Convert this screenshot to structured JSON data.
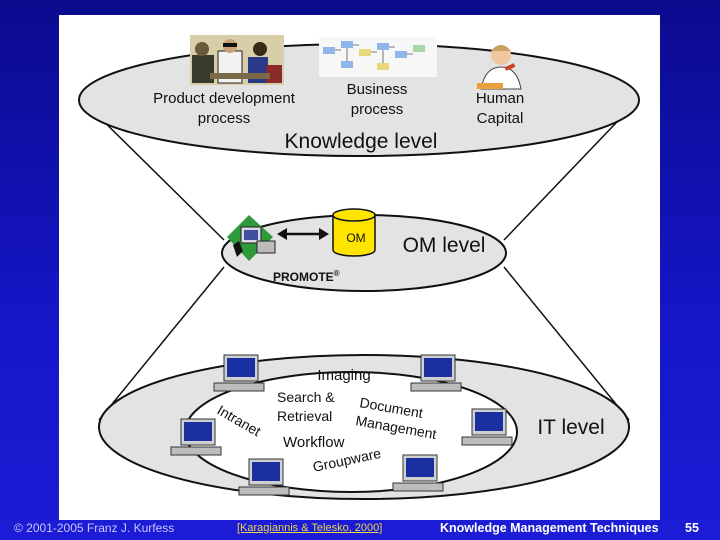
{
  "knowledge_level": {
    "title": "Knowledge level",
    "items": [
      {
        "line1": "Product development",
        "line2": "process"
      },
      {
        "line1": "Business",
        "line2": "process"
      },
      {
        "line1": "Human",
        "line2": "Capital"
      }
    ]
  },
  "om_level": {
    "title": "OM level",
    "om_box": "OM",
    "tool": "PROMOTE",
    "tool_mark": "®"
  },
  "it_level": {
    "title": "IT level",
    "ring_labels": {
      "imaging": "Imaging",
      "search_line1": "Search &",
      "search_line2": "Retrieval",
      "document_line1": "Document",
      "document_line2": "Management",
      "intranet": "Intranet",
      "workflow": "Workflow",
      "groupware": "Groupware"
    }
  },
  "footer": {
    "copyright": "© 2001-2005 Franz J. Kurfess",
    "citation": "[Karagiannis & Telesko, 2000]",
    "course": "Knowledge Management Techniques",
    "page": "55"
  },
  "colors": {
    "background": "#1616c8",
    "panel": "#ffffff",
    "ellipse_fill": "#e3e3e3",
    "om_cylinder": "#ffe400",
    "citation": "#e8d84a"
  },
  "icons": [
    "people-photo-icon",
    "process-flowchart-icon",
    "human-capital-icon",
    "promote-tool-icon",
    "database-cylinder-icon",
    "workstation-icon"
  ]
}
